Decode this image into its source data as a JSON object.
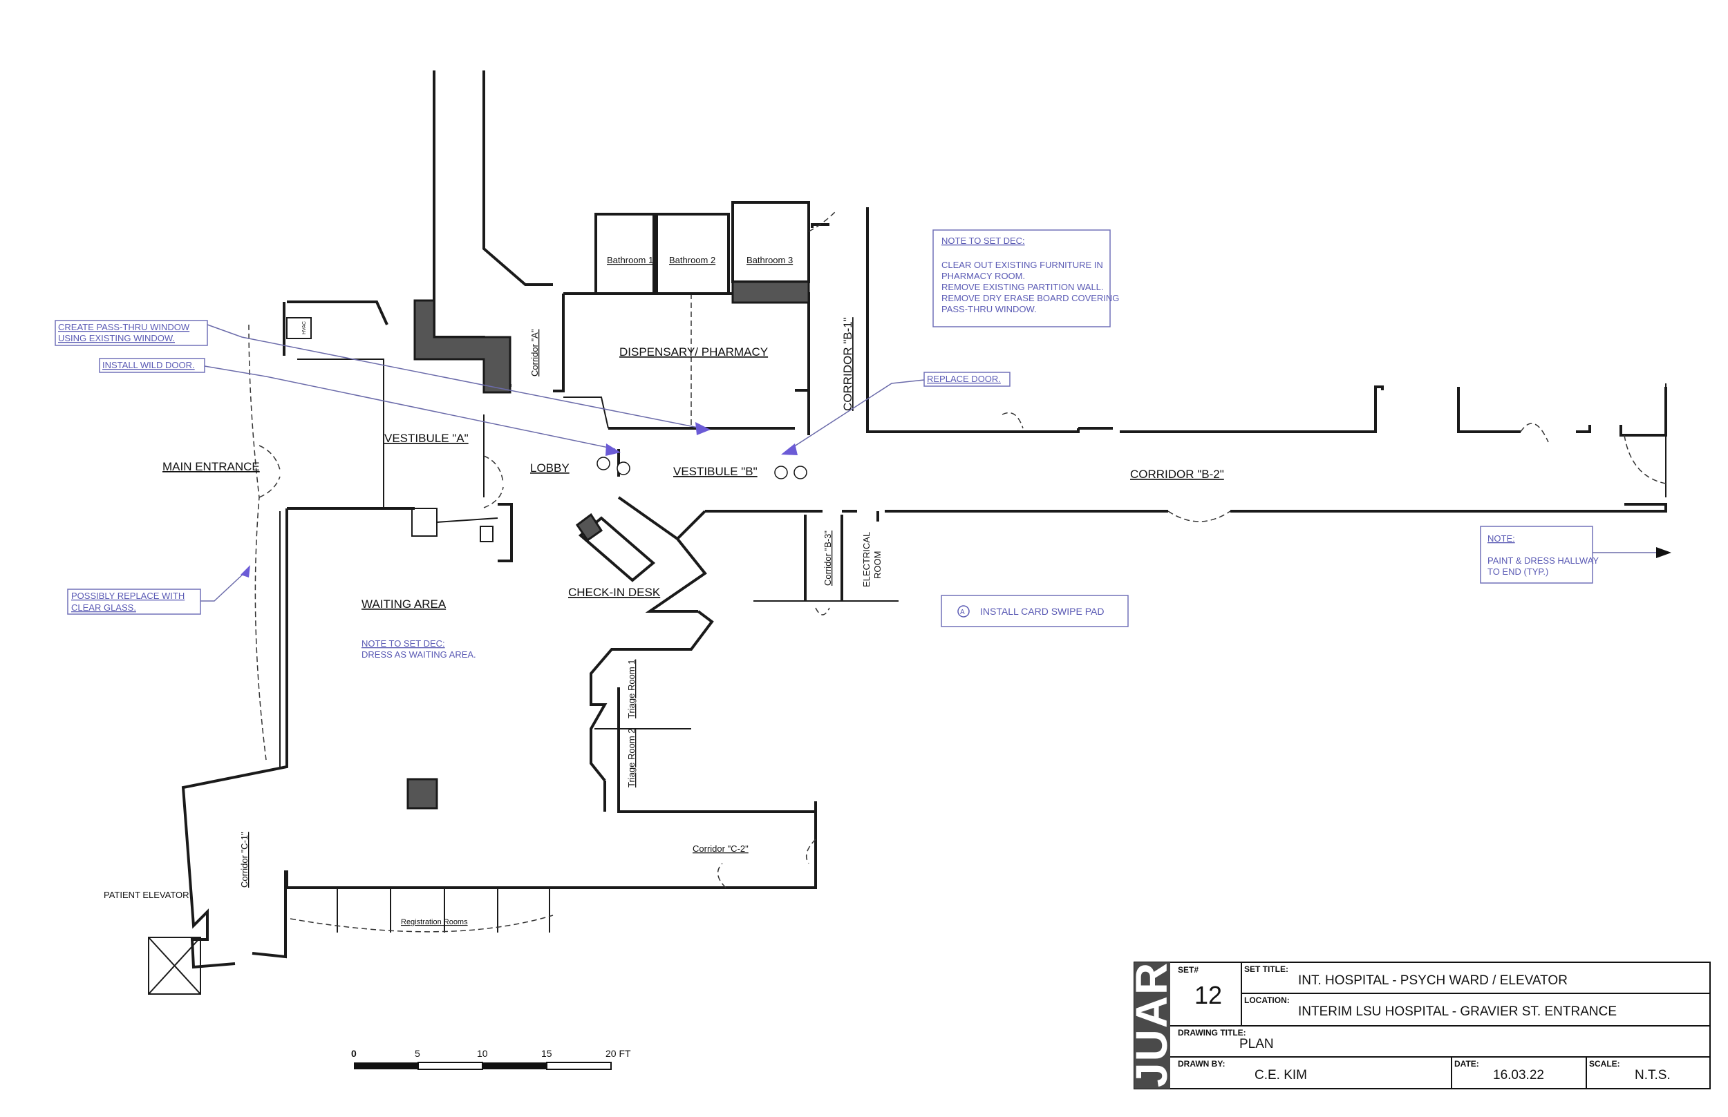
{
  "rooms": {
    "bathroom1": "Bathroom 1",
    "bathroom2": "Bathroom 2",
    "bathroom3": "Bathroom 3",
    "dispensary": "DISPENSARY/ PHARMACY",
    "corridor_a": "Corridor \"A\"",
    "corridor_b1": "CORRIDOR \"B-1\"",
    "vestibule_a": "VESTIBULE \"A\"",
    "lobby": "LOBBY",
    "vestibule_b": "VESTIBULE \"B\"",
    "corridor_b2": "CORRIDOR  \"B-2\"",
    "main_entrance": "MAIN ENTRANCE",
    "waiting_area": "WAITING AREA",
    "check_in_desk": "CHECK-IN DESK",
    "corridor_b3": "Corridor \"B-3\"",
    "electrical_1": "ELECTRICAL",
    "electrical_2": "ROOM",
    "triage1": "Triage Room 1",
    "triage2": "Triage Room 2",
    "corridor_c1": "Corridor \"C-1\"",
    "corridor_c2": "Corridor \"C-2\"",
    "registration": "Registration Rooms",
    "patient_elevator": "PATIENT ELEVATOR",
    "hvac": "HVAC"
  },
  "notes": {
    "pass_thru_1": "CREATE PASS-THRU WINDOW",
    "pass_thru_2": "USING EXISTING WINDOW.",
    "wild_door": "INSTALL WILD DOOR.",
    "replace_door": "REPLACE DOOR.",
    "glass_1": "POSSIBLY REPLACE WITH",
    "glass_2": "CLEAR GLASS.",
    "set_dec_title": "NOTE TO SET DEC:",
    "set_dec_1": "CLEAR OUT EXISTING FURNITURE IN",
    "set_dec_2": "PHARMACY ROOM.",
    "set_dec_3": "REMOVE EXISTING PARTITION WALL.",
    "set_dec_4": "REMOVE DRY ERASE BOARD COVERING",
    "set_dec_5": "PASS-THRU WINDOW.",
    "waiting_note_title": "NOTE TO SET DEC:",
    "waiting_note_1": "DRESS AS WAITING AREA.",
    "hall_note_title": "NOTE:",
    "hall_note_1": "PAINT & DRESS HALLWAY",
    "hall_note_2": "TO END (TYP.)",
    "card_symbol": "A",
    "card_swipe": "INSTALL CARD SWIPE PAD"
  },
  "scale_bar": {
    "labels": [
      "0",
      "5",
      "10",
      "15",
      "20 FT"
    ]
  },
  "title_block": {
    "logo": "JUAREZ",
    "set_label": "SET#",
    "set_value": "12",
    "set_title_label": "SET TITLE:",
    "set_title_value": "INT. HOSPITAL - PSYCH WARD / ELEVATOR",
    "location_label": "LOCATION:",
    "location_value": "INTERIM LSU HOSPITAL - GRAVIER ST. ENTRANCE",
    "drawing_title_label": "DRAWING TITLE:",
    "drawing_title_value": "PLAN",
    "drawn_by_label": "DRAWN BY:",
    "drawn_by_value": "C.E. KIM",
    "date_label": "DATE:",
    "date_value": "16.03.22",
    "scale_label": "SCALE:",
    "scale_value": "N.T.S."
  }
}
